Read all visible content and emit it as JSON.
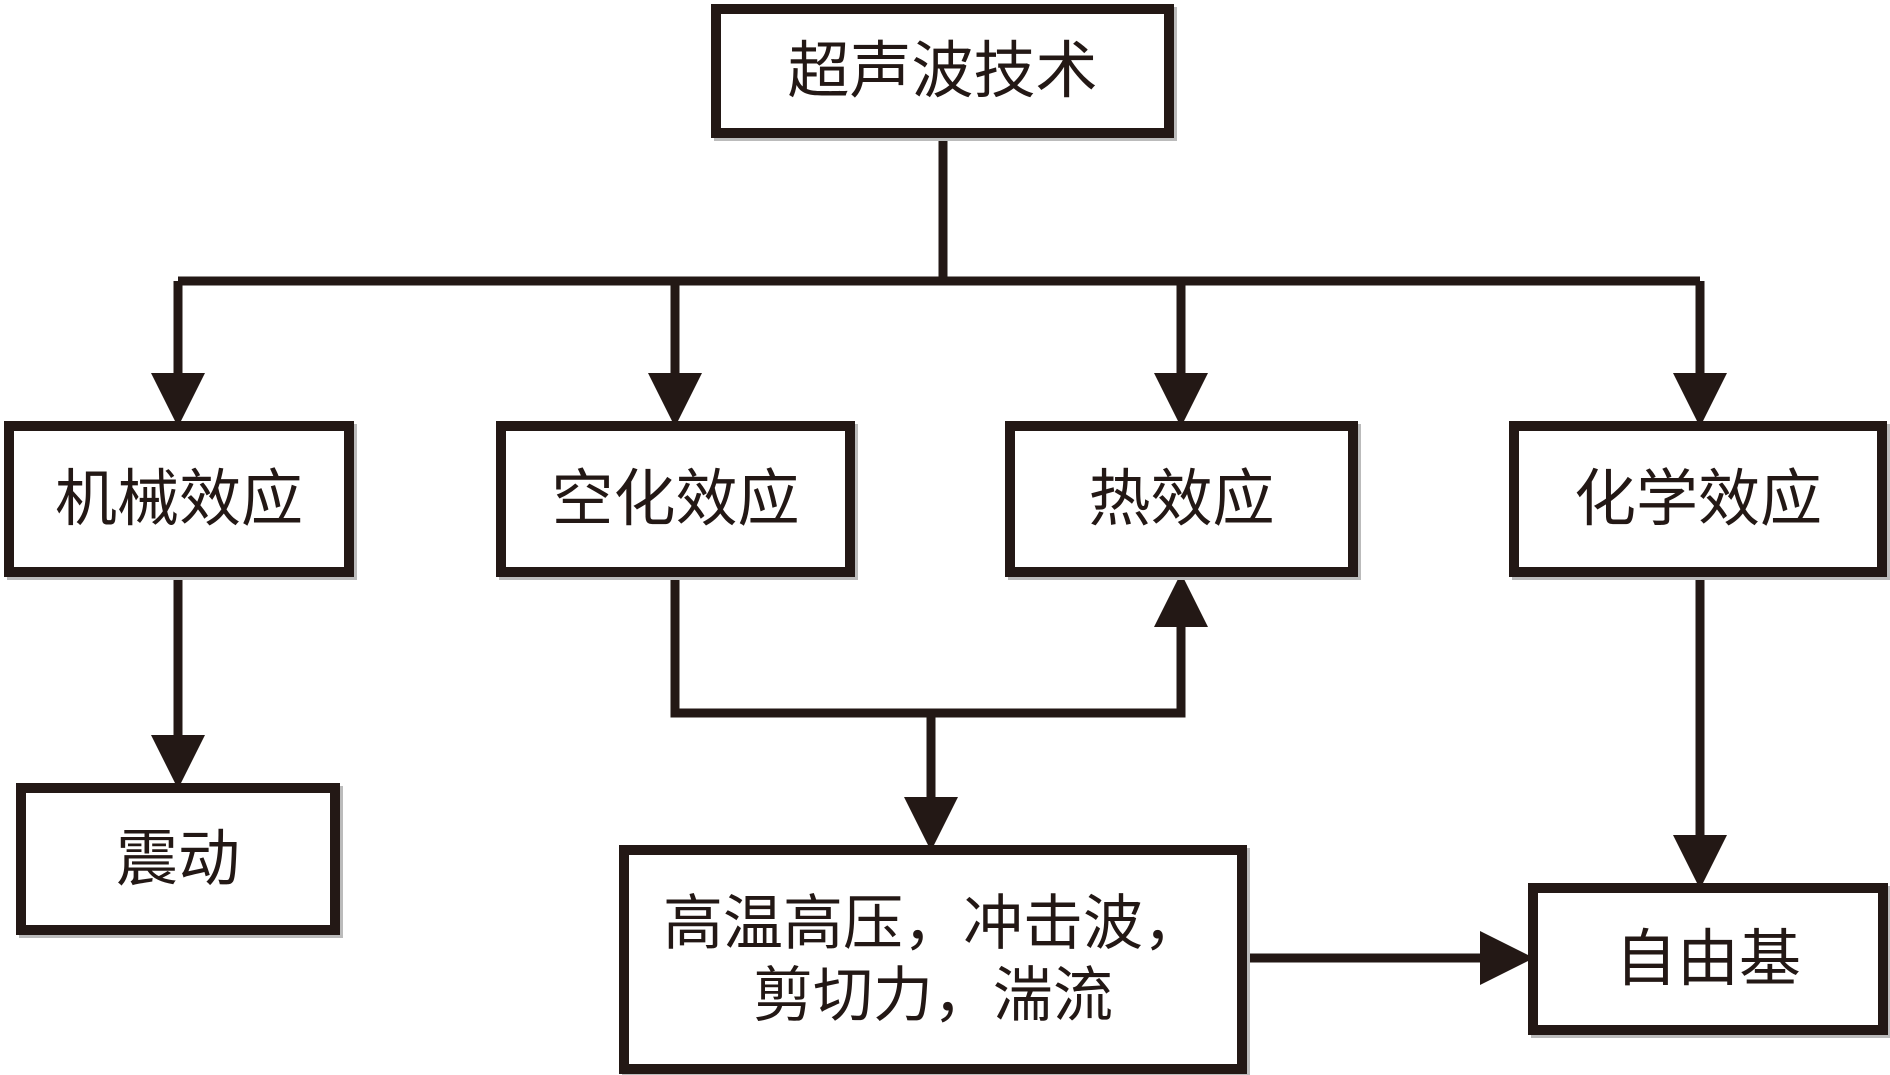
{
  "diagram": {
    "type": "flowchart",
    "nodes": {
      "root": "超声波技术",
      "mechanical": "机械效应",
      "cavitation": "空化效应",
      "thermal": "热效应",
      "chemical": "化学效应",
      "vibration": "震动",
      "cavitation_effects": "高温高压，冲击波，\n剪切力，湍流",
      "radicals": "自由基"
    },
    "edges": [
      {
        "from": "root",
        "to": "mechanical"
      },
      {
        "from": "root",
        "to": "cavitation"
      },
      {
        "from": "root",
        "to": "thermal"
      },
      {
        "from": "root",
        "to": "chemical"
      },
      {
        "from": "mechanical",
        "to": "vibration"
      },
      {
        "from": "cavitation",
        "to": "thermal"
      },
      {
        "from": "cavitation",
        "to": "cavitation_effects"
      },
      {
        "from": "cavitation_effects",
        "to": "radicals"
      },
      {
        "from": "chemical",
        "to": "radicals"
      }
    ]
  }
}
